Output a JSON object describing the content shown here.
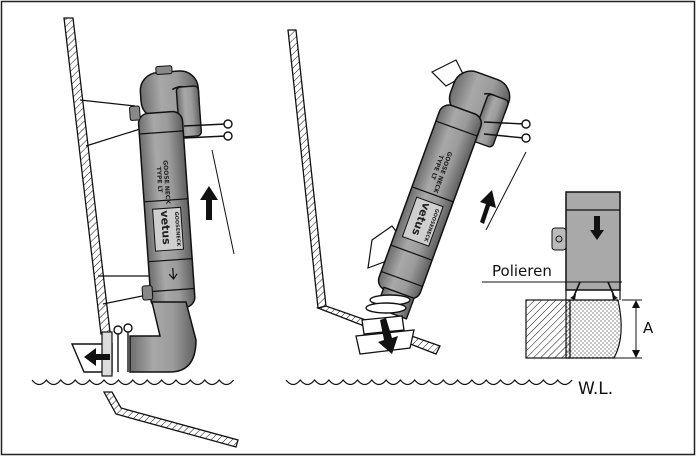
{
  "labels": {
    "polish": "Polieren",
    "height_marker": "A",
    "waterline": "W.L."
  },
  "product_markings": {
    "model_line_1": "GOOSE NECK",
    "model_line_2": "TYPE LT",
    "brand": "vetus",
    "brand_sub": "GOOSENECK"
  },
  "colors": {
    "hose_fill": "#9a9a9a",
    "hose_dark": "#6a6a6a",
    "hose_light": "#c4c4c4",
    "outline": "#111111",
    "arrow": "#111111"
  }
}
